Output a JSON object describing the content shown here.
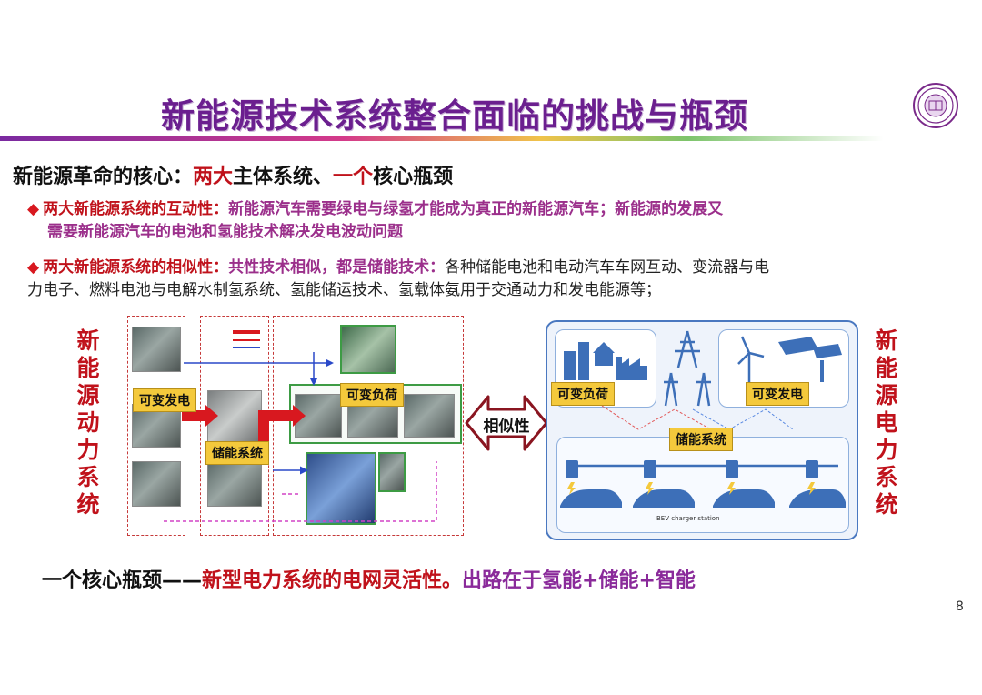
{
  "slide": {
    "title": "新能源技术系统整合面临的挑战与瓶颈",
    "subtitle": {
      "prefix": "新能源革命的核心：",
      "highlight1": "两大",
      "mid1": "主体系统、",
      "highlight2": "一个",
      "mid2": "核心瓶颈"
    },
    "bullets": [
      {
        "lead": "两大新能源系统的互动性：",
        "text_line1": "新能源汽车需要绿电与绿氢才能成为真正的新能源汽车；新能源的发展又",
        "text_line2": "需要新能源汽车的电池和氢能技术解决发电波动问题"
      },
      {
        "lead": "两大新能源系统的相似性：",
        "emph": "共性技术相似，都是储能技术：",
        "text_line1": "各种储能电池和电动汽车车网互动、变流器与电",
        "text_line2": "力电子、燃料电池与电解水制氢系统、氢能储运技术、氢载体氨用于交通动力和发电能源等；"
      }
    ],
    "left_vertical_label": "新能源动力系统",
    "right_vertical_label": "新能源电力系统",
    "left_diagram": {
      "tag_variable_gen": "可变发电",
      "tag_storage": "储能系统",
      "tag_variable_load": "可变负荷"
    },
    "similarity_label": "相似性",
    "right_diagram": {
      "tag_variable_load": "可变负荷",
      "tag_variable_gen": "可变发电",
      "tag_storage": "储能系统",
      "caption": "BEV charger station"
    },
    "footer": {
      "part1": "一个核心瓶颈——",
      "part2": "新型电力系统的电网灵活性。",
      "part3": "出路在于氢能+储能+智能"
    },
    "page_number": "8",
    "colors": {
      "title": "#6b1f8f",
      "emphasis_red": "#c0121b",
      "purple": "#8a2a9a",
      "tag_yellow": "#f4c93c",
      "diagram_blue": "#4a78c0"
    }
  }
}
